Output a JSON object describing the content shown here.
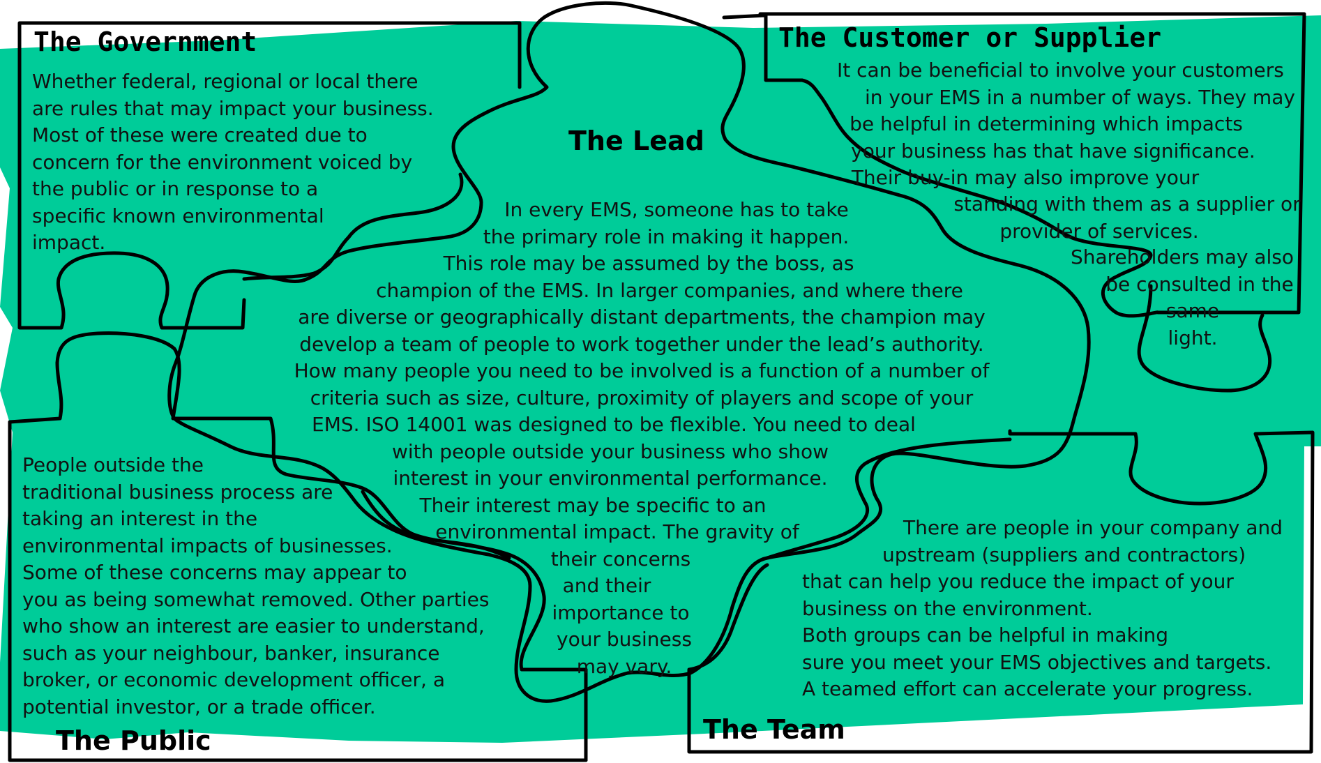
{
  "colors": {
    "background_shape": "#00cc99",
    "outline": "#000000",
    "text": "#111111",
    "page": "#ffffff"
  },
  "government": {
    "title": "The Government",
    "lines": [
      "Whether federal, regional or local there",
      "are rules that may impact your business.",
      "Most of these were created due to",
      "concern for the environment voiced by",
      "the public or in response to a",
      "specific known environmental",
      "impact."
    ]
  },
  "customer": {
    "title": "The Customer or Supplier",
    "lines": [
      "It can be beneficial to involve your customers",
      "in your EMS in a number of ways. They may",
      "be helpful in determining which impacts",
      "your business has that have significance.",
      "Their buy-in may also improve your",
      "standing with them as a supplier or",
      "provider of services."
    ],
    "extra_lines": [
      "Shareholders may also",
      "be consulted in the",
      "same",
      "light."
    ]
  },
  "lead": {
    "title": "The Lead",
    "lines": [
      "In every EMS, someone has to take",
      "the primary role in making it happen.",
      "This role may be assumed by the boss, as",
      "champion of the EMS. In larger companies, and where there",
      "are diverse or geographically distant departments, the champion may",
      "develop a team of people to work together under the lead’s authority.",
      "How many people you need to be involved is a function of a number of",
      "criteria such as size, culture, proximity of players and scope of your",
      "EMS. ISO 14001 was designed to be flexible. You need to deal",
      "with people outside your business who show",
      "interest in your environmental performance.",
      "Their interest may be specific to an",
      "environmental impact. The gravity of",
      "their concerns",
      "and their",
      "importance to",
      "your business",
      "may vary."
    ]
  },
  "public": {
    "title": "The Public",
    "lines": [
      "People outside the",
      "traditional business process are",
      "taking an interest in the",
      "environmental impacts of businesses.",
      "Some of these concerns may appear to",
      "you as being somewhat removed. Other parties",
      "who show an interest are easier to understand,",
      "such as your neighbour, banker, insurance",
      "broker, or economic development officer, a",
      "potential investor, or a trade officer."
    ]
  },
  "team": {
    "title": "The Team",
    "lines": [
      "There are people in your company and",
      "upstream (suppliers and contractors)",
      "that can help you reduce the impact of your",
      "business on the environment.",
      "Both groups can be helpful in making",
      "sure you meet your EMS objectives and targets.",
      "A teamed effort can accelerate your progress."
    ]
  }
}
